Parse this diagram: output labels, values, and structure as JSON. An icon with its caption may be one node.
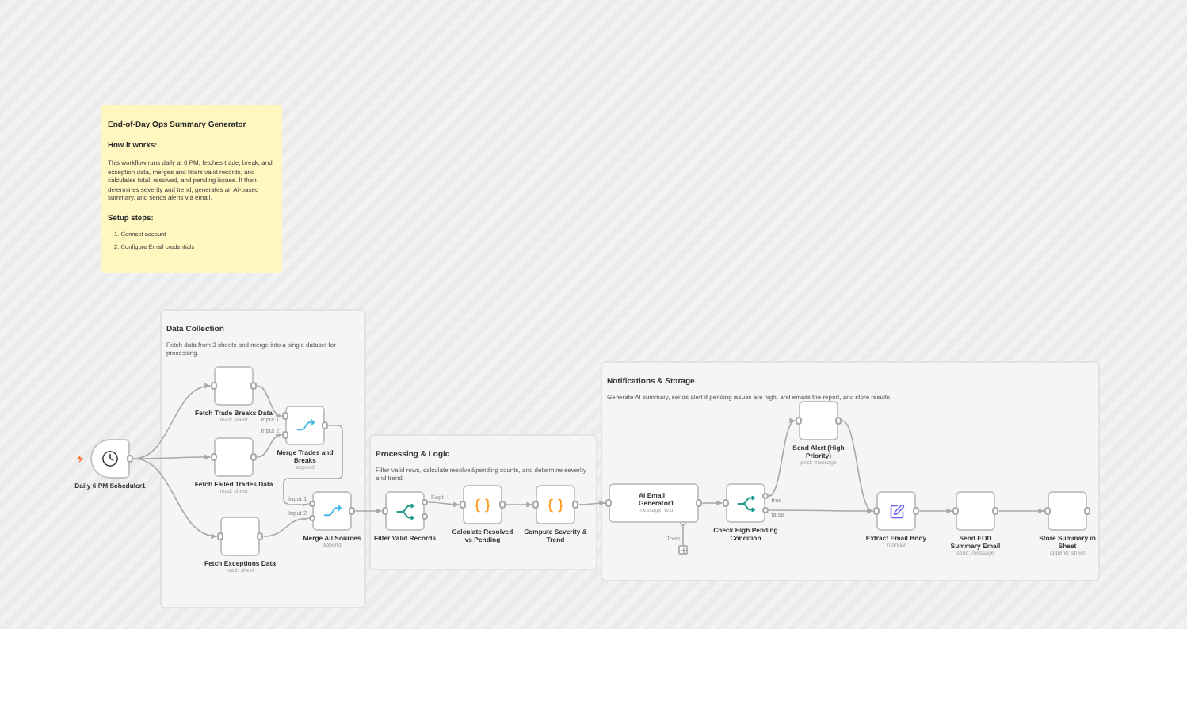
{
  "diagram": {
    "nodes": [
      {
        "text": [
          "End-of-Day Ops Summary Generator",
          "How it works:",
          "This workflow runs daily at 6 PM, fetches trade, break, and exception data, merges and filters valid records, and calculates total, resolved, and pending issues. It then determines severity and trend, generates an AI-based summary, and sends alerts via email.",
          "Setup steps:",
          "1. Connect account",
          "2. Configure Email credentials"
        ]
      },
      {
        "text": [
          "Data Collection",
          "Fetch data from 3 sheets and merge into a single dataset for processing."
        ]
      },
      {
        "text": [
          "Daily 6 PM Scheduler1"
        ]
      },
      {
        "text": [
          "Fetch Trade Breaks Data",
          "read: sheet"
        ],
        "in": 1
      },
      {
        "text": [
          "Fetch Failed Trades Data",
          "read: sheet"
        ],
        "in": 1
      },
      {
        "text": [
          "Fetch Exceptions Data",
          "read: sheet"
        ],
        "in": 1
      },
      {
        "text": [
          "Merge Trades and Breaks",
          "append"
        ],
        "in": 1,
        "beside": [
          "Input 1",
          "Input 2"
        ]
      },
      {
        "text": [
          "Merge All Sources",
          "append"
        ],
        "in": 1,
        "beside": [
          "Input 1",
          "Input 2"
        ]
      },
      {
        "text": [
          "Processing & Logic",
          "Filter valid rows, calculate resolved/pending counts, and determine severity and trend."
        ]
      },
      {
        "text": [
          "Filter Valid Records"
        ],
        "in": 8
      },
      {
        "text": [
          "Calculate Resolved vs Pending"
        ],
        "in": 8
      },
      {
        "text": [
          "Compute Severity & Trend"
        ],
        "in": 8
      },
      {
        "text": [
          "Notifications & Storage",
          "Generate AI summary, sends alert if pending issues are high, and emails the report, and store results."
        ]
      },
      {
        "text": [
          "AI Email Generator1",
          "message: text"
        ],
        "in": 12,
        "beside": [
          "Tools"
        ]
      },
      {
        "text": [],
        "shape": "box",
        "in": 12
      },
      {
        "text": [
          "Check High Pending Condition"
        ],
        "in": 12
      },
      {
        "text": [
          "Send Alert (High Priority)",
          "post: message"
        ],
        "in": 12
      },
      {
        "text": [
          "Extract Email Body",
          "manual"
        ],
        "in": 12
      },
      {
        "text": [
          "Send EOD Summary Email",
          "send: message"
        ],
        "in": 12
      },
      {
        "text": [
          "Store Summary in Sheet",
          "append: sheet"
        ],
        "in": 12
      }
    ],
    "edges": [
      {
        "from": 2,
        "to": 3,
        "arrow": "to"
      },
      {
        "from": 2,
        "to": 4,
        "arrow": "to"
      },
      {
        "from": 2,
        "to": 5,
        "arrow": "to"
      },
      {
        "from": 3,
        "to": 6,
        "arrow": "to"
      },
      {
        "from": 4,
        "to": 6,
        "arrow": "to"
      },
      {
        "from": 6,
        "to": 7,
        "arrow": "to"
      },
      {
        "from": 5,
        "to": 7,
        "arrow": "to"
      },
      {
        "from": 7,
        "to": 9,
        "arrow": "to"
      },
      {
        "from": 9,
        "to": 10,
        "arrow": "to",
        "label": "Kept"
      },
      {
        "from": 10,
        "to": 11,
        "arrow": "to"
      },
      {
        "from": 11,
        "to": 13,
        "arrow": "to"
      },
      {
        "from": 13,
        "to": 15,
        "arrow": "to"
      },
      {
        "from": 15,
        "to": 16,
        "arrow": "to",
        "label": "true"
      },
      {
        "from": 15,
        "to": 17,
        "arrow": "to",
        "label": "false"
      },
      {
        "from": 16,
        "to": 17,
        "arrow": "to"
      },
      {
        "from": 17,
        "to": 18,
        "arrow": "to"
      },
      {
        "from": 18,
        "to": 19,
        "arrow": "to"
      },
      {
        "from": 13,
        "to": 14,
        "arrow": "other"
      }
    ]
  }
}
